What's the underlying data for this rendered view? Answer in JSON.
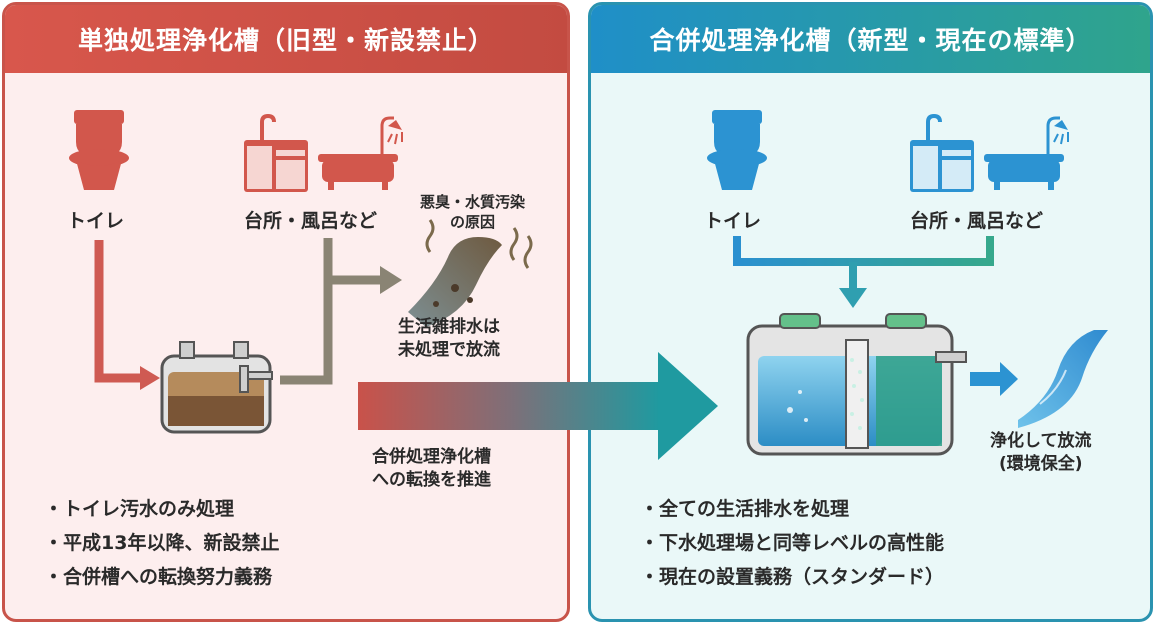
{
  "left": {
    "title": "単独処理浄化槽（旧型・新設禁止）",
    "toilet_label": "トイレ",
    "kitchen_bath_label": "台所・風呂など",
    "pollution_note": [
      "悪臭・水質汚染",
      "の原因"
    ],
    "untreated_note": [
      "生活雑排水は",
      "未処理で放流"
    ],
    "bullets": [
      "トイレ汚水のみ処理",
      "平成13年以降、新設禁止",
      "合併槽への転換努力義務"
    ],
    "accent_color": "#c8544a"
  },
  "center": {
    "conversion_note": [
      "合併処理浄化槽",
      "への転換を推進"
    ]
  },
  "right": {
    "title": "合併処理浄化槽（新型・現在の標準）",
    "toilet_label": "トイレ",
    "kitchen_bath_label": "台所・風呂など",
    "output_note": [
      "浄化して放流",
      "(環境保全)"
    ],
    "bullets": [
      "全ての生活排水を処理",
      "下水処理場と同等レベルの高性能",
      "現在の設置義務（スタンダード）"
    ],
    "accent_color": "#2a93b0"
  }
}
